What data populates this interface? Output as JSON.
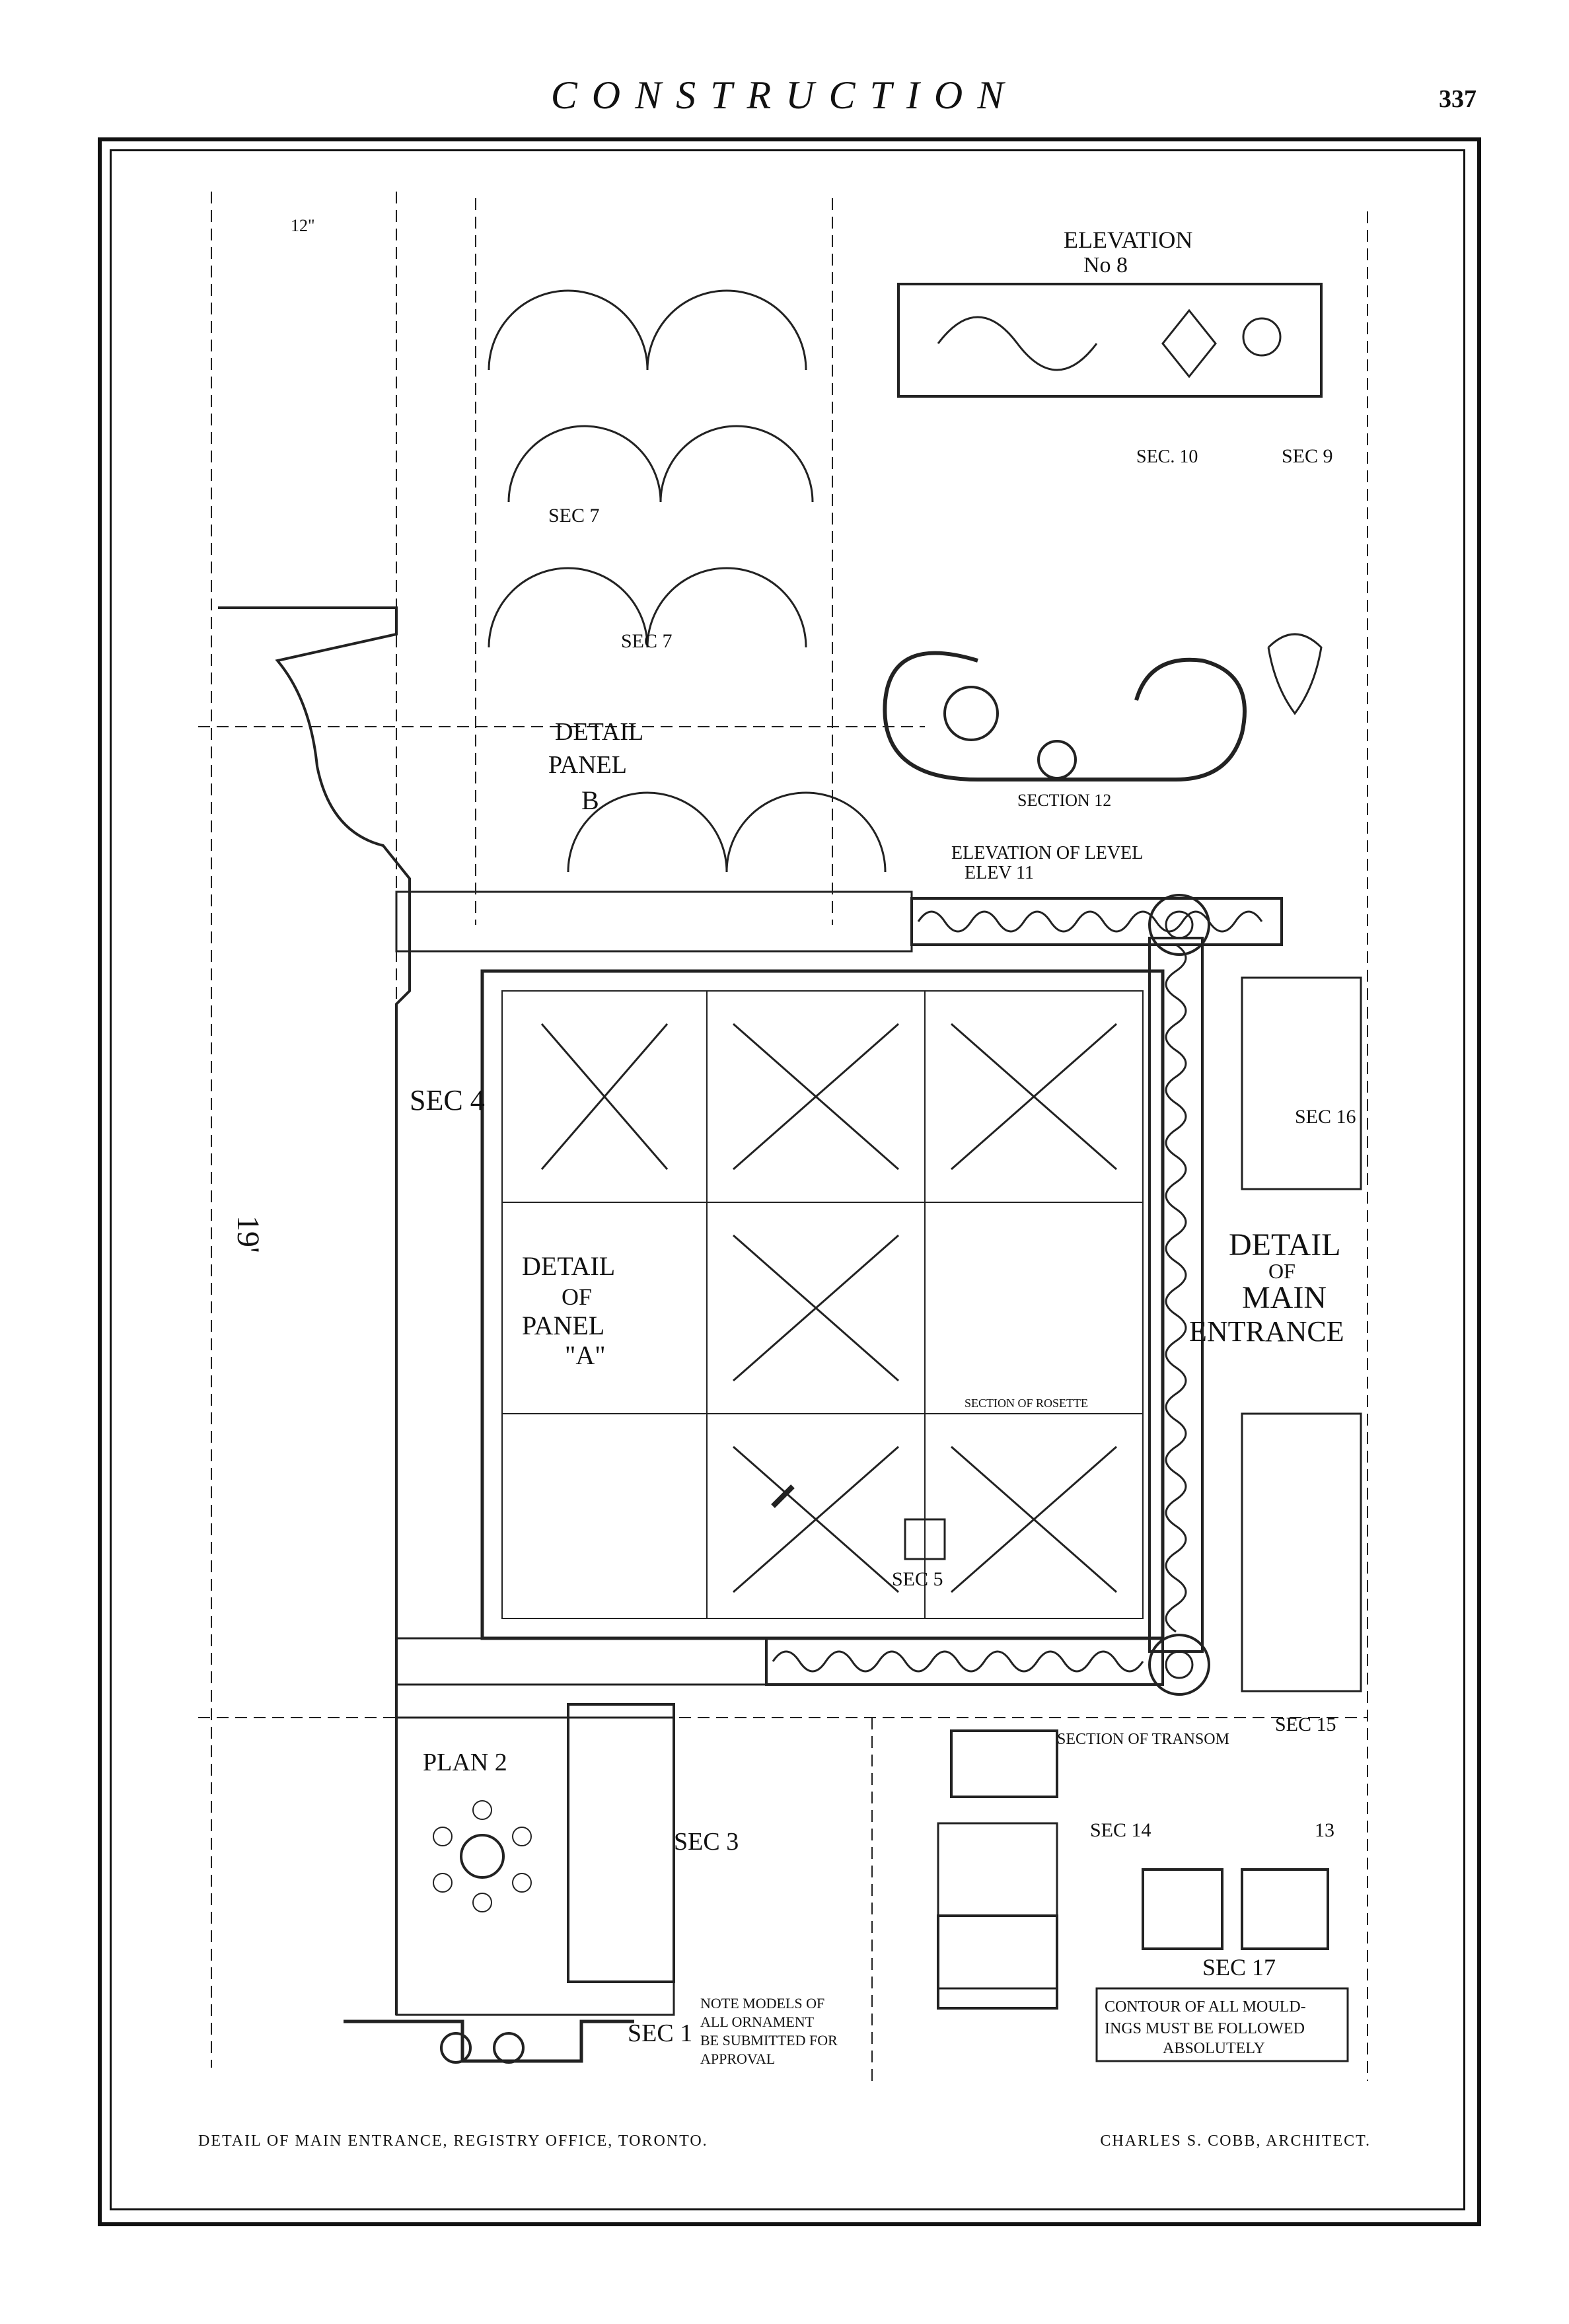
{
  "header": {
    "running_head": "CONSTRUCTION",
    "page_number": "337"
  },
  "plate": {
    "labels": {
      "elevation_8": "ELEVATION",
      "elevation_8_no": "No 8",
      "sec_10": "SEC. 10",
      "sec_9": "SEC 9",
      "sec_7": "SEC 7",
      "detail_panel_b_1": "DETAIL",
      "detail_panel_b_2": "PANEL",
      "detail_panel_b_3": "B",
      "section_12": "SECTION 12",
      "elevation_of_level": "ELEVATION OF LEVEL",
      "elev_11": "ELEV 11",
      "sec_4": "SEC 4",
      "detail_panel_a_1": "DETAIL",
      "detail_panel_a_2": "OF",
      "detail_panel_a_3": "PANEL",
      "detail_panel_a_4": "\"A\"",
      "detail_main_1": "DETAIL",
      "detail_main_2": "OF",
      "detail_main_3": "MAIN",
      "detail_main_4": "ENTRANCE",
      "sec_16": "SEC 16",
      "section_of_rosette": "SECTION OF ROSETTE",
      "sec_5": "SEC 5",
      "plan_2": "PLAN 2",
      "sec_3": "SEC 3",
      "sec_1": "SEC 1",
      "section_of_transom": "SECTION OF TRANSOM",
      "sec_14": "SEC 14",
      "sec_15": "SEC 15",
      "sec_13": "13",
      "sec_17": "SEC 17",
      "dim_19": "19'",
      "dim_12": "12\"",
      "contour_note_1": "CONTOUR OF ALL MOULD-",
      "contour_note_2": "INGS MUST BE FOLLOWED",
      "contour_note_3": "ABSOLUTELY",
      "model_note_1": "NOTE MODELS OF",
      "model_note_2": "ALL ORNAMENT",
      "model_note_3": "BE SUBMITTED FOR",
      "model_note_4": "APPROVAL"
    }
  },
  "captions": {
    "left": "DETAIL OF MAIN ENTRANCE, REGISTRY OFFICE, TORONTO.",
    "right": "CHARLES S. COBB, ARCHITECT."
  }
}
